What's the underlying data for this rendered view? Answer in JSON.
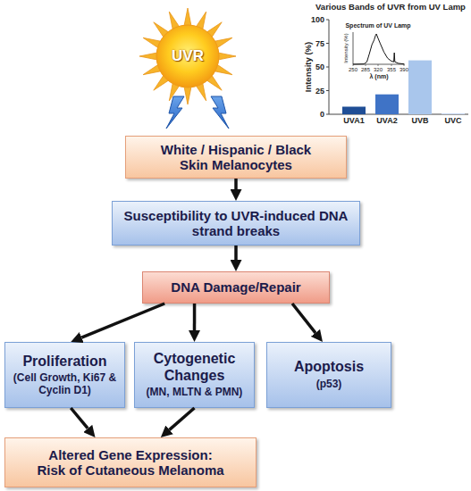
{
  "diagram": {
    "nodes": [
      {
        "text": [
          "UVR"
        ]
      },
      {
        "text": [
          "White / Hispanic / Black Skin Melanocytes"
        ]
      },
      {
        "text": [
          "Susceptibility to UVR-induced DNA strand breaks"
        ]
      },
      {
        "text": [
          "DNA Damage/Repair"
        ]
      },
      {
        "text": [
          "Proliferation",
          "(Cell Growth, Ki67 & Cyclin D1)"
        ]
      },
      {
        "text": [
          "Cytogenetic Changes",
          "(MN, MLTN & PMN)"
        ]
      },
      {
        "text": [
          "Apoptosis",
          "(p53)"
        ]
      },
      {
        "text": [
          "Altered Gene Expression: Risk of Cutaneous Melanoma"
        ]
      }
    ],
    "edges": [
      {
        "from": 1,
        "to": 2,
        "arrow": "to"
      },
      {
        "from": 2,
        "to": 3,
        "arrow": "to"
      },
      {
        "from": 3,
        "to": 4,
        "arrow": "to"
      },
      {
        "from": 3,
        "to": 5,
        "arrow": "to"
      },
      {
        "from": 3,
        "to": 6,
        "arrow": "to"
      },
      {
        "from": 4,
        "to": 7,
        "arrow": "to"
      },
      {
        "from": 5,
        "to": 7,
        "arrow": "to"
      }
    ],
    "labels": [
      "Various Bands of UVR from UV Lamp",
      "100",
      "75",
      "50",
      "25",
      "0",
      "Intensity (%)",
      "UVA1",
      "UVA2",
      "UVB",
      "UVC",
      "Spectrum of UV Lamp",
      "Intensity (%)",
      "250",
      "285",
      "320",
      "355",
      "390",
      "λ (nm)"
    ]
  }
}
